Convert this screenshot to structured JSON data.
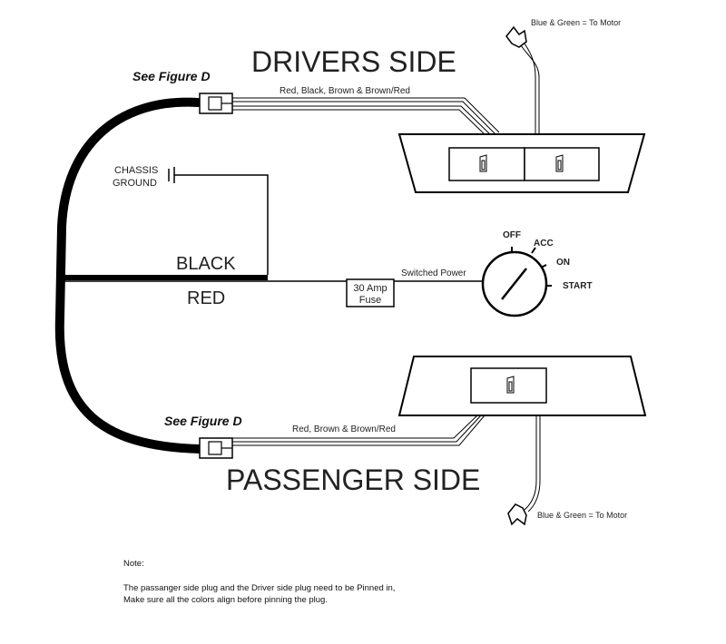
{
  "labels": {
    "drivers_side": "DRIVERS SIDE",
    "passenger_side": "PASSENGER SIDE",
    "see_figure_top": "See Figure D",
    "see_figure_bottom": "See Figure D",
    "driver_wire_colors": "Red, Black, Brown & Brown/Red",
    "passenger_wire_colors": "Red, Brown & Brown/Red",
    "motor_top": "Blue & Green = To Motor",
    "motor_bottom": "Blue & Green = To Motor",
    "chassis": "CHASSIS",
    "ground": "GROUND",
    "black": "BLACK",
    "red": "RED",
    "fuse_line1": "30 Amp",
    "fuse_line2": "Fuse",
    "switched_power": "Switched Power"
  },
  "ignition": {
    "off": "OFF",
    "acc": "ACC",
    "on": "ON",
    "start": "START"
  },
  "note": {
    "title": "Note:",
    "line1": "The passanger side plug and the Driver side plug need to be Pinned in,",
    "line2": "Make sure all the colors align before pinning the plug."
  }
}
